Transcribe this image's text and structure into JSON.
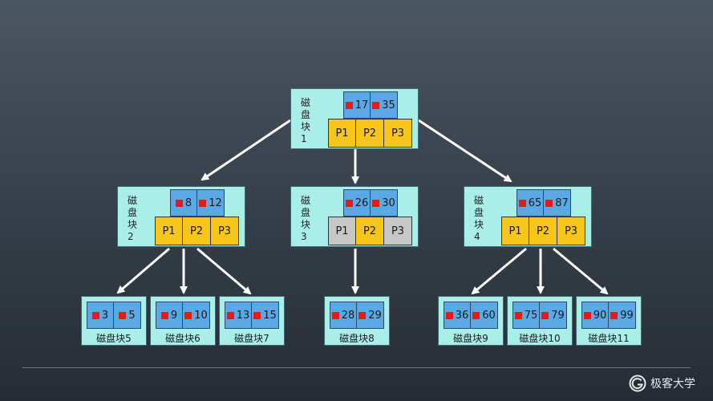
{
  "nodes": [
    {
      "label": "磁盘块1",
      "keys": [
        "17",
        "35"
      ],
      "pointers": [
        {
          "label": "P1",
          "active": true
        },
        {
          "label": "P2",
          "active": true
        },
        {
          "label": "P3",
          "active": true
        }
      ]
    },
    {
      "label": "磁盘块2",
      "keys": [
        "8",
        "12"
      ],
      "pointers": [
        {
          "label": "P1",
          "active": true
        },
        {
          "label": "P2",
          "active": true
        },
        {
          "label": "P3",
          "active": true
        }
      ]
    },
    {
      "label": "磁盘块3",
      "keys": [
        "26",
        "30"
      ],
      "pointers": [
        {
          "label": "P1",
          "active": false
        },
        {
          "label": "P2",
          "active": true
        },
        {
          "label": "P3",
          "active": false
        }
      ]
    },
    {
      "label": "磁盘块4",
      "keys": [
        "65",
        "87"
      ],
      "pointers": [
        {
          "label": "P1",
          "active": true
        },
        {
          "label": "P2",
          "active": true
        },
        {
          "label": "P3",
          "active": true
        }
      ]
    }
  ],
  "leaves": [
    {
      "label": "磁盘块5",
      "keys": [
        "3",
        "5"
      ]
    },
    {
      "label": "磁盘块6",
      "keys": [
        "9",
        "10"
      ]
    },
    {
      "label": "磁盘块7",
      "keys": [
        "13",
        "15"
      ]
    },
    {
      "label": "磁盘块8",
      "keys": [
        "28",
        "29"
      ]
    },
    {
      "label": "磁盘块9",
      "keys": [
        "36",
        "60"
      ]
    },
    {
      "label": "磁盘块10",
      "keys": [
        "75",
        "79"
      ]
    },
    {
      "label": "磁盘块11",
      "keys": [
        "90",
        "99"
      ]
    }
  ],
  "colors": {
    "block": "#a9eee9",
    "key": "#5aa8e6",
    "pointer_active": "#f8c51a",
    "pointer_inactive": "#c7c7c7",
    "marker": "#e41b17",
    "arrow": "#ffffff"
  },
  "logo": {
    "text": "极客大学",
    "icon": "geek-logo-icon"
  }
}
